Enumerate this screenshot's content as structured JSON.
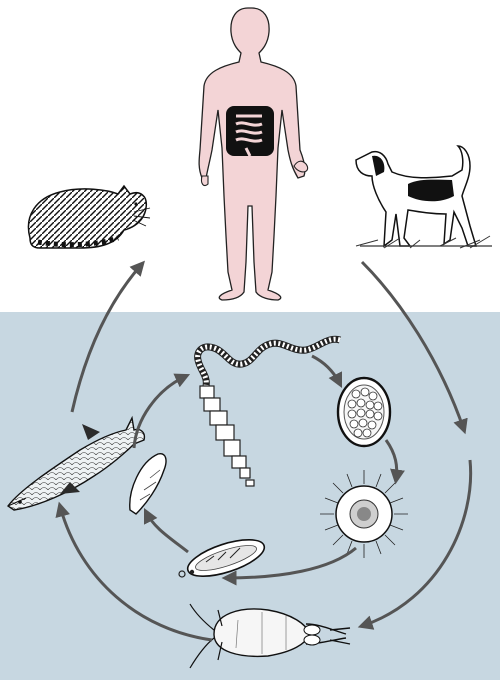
{
  "figure": {
    "hosts": [
      "cat-host",
      "human-host",
      "dog-host"
    ],
    "stages": [
      "adult-tapeworm",
      "egg",
      "coracidium",
      "copepod",
      "procercoid",
      "plerocercoid",
      "fish"
    ],
    "colors": {
      "water": "#c7d7e1",
      "human_skin": "#f3d4d6",
      "ink": "#1a1a1a",
      "arrow": "#555555"
    }
  }
}
